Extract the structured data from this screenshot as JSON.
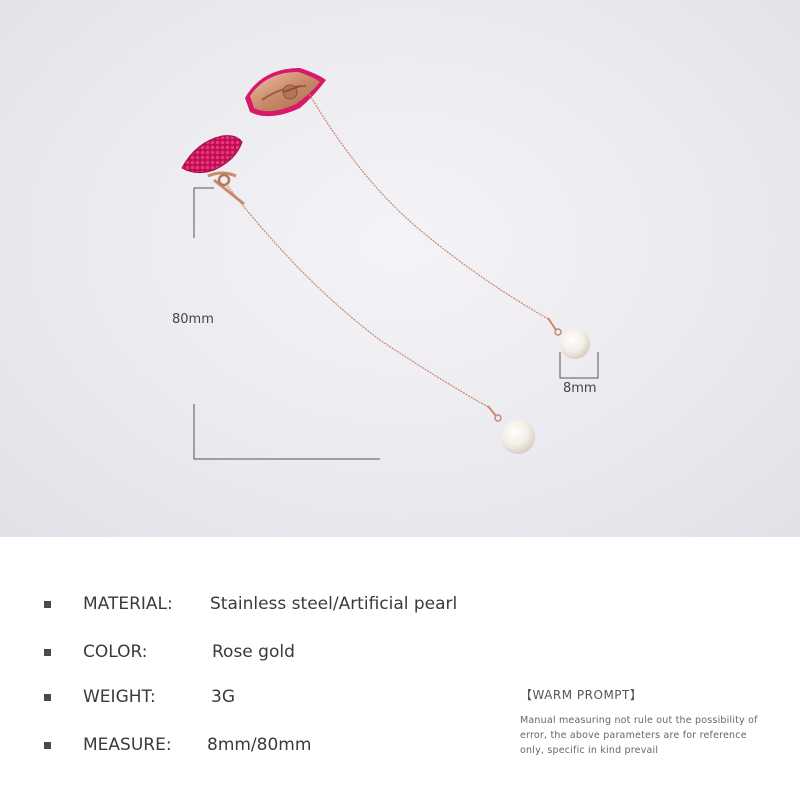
{
  "photo": {
    "dimension_length": "80mm",
    "dimension_pearl": "8mm"
  },
  "specs": [
    {
      "key": "MATERIAL:",
      "value": "Stainless steel/Artificial pearl"
    },
    {
      "key": "COLOR:",
      "value": "Rose gold"
    },
    {
      "key": "WEIGHT:",
      "value": "3G"
    },
    {
      "key": "MEASURE:",
      "value": "8mm/80mm"
    }
  ],
  "prompt": {
    "title": "【WARM PROMPT】",
    "lines": [
      "Manual measuring not rule out the possibility of",
      "error, the above parameters are for reference",
      "only, specific in kind prevail"
    ]
  },
  "colors": {
    "rose_gold": "#c98a6a",
    "crystal": "#d8196a",
    "pearl": "#f3eee6",
    "text": "#3a3a3a"
  }
}
